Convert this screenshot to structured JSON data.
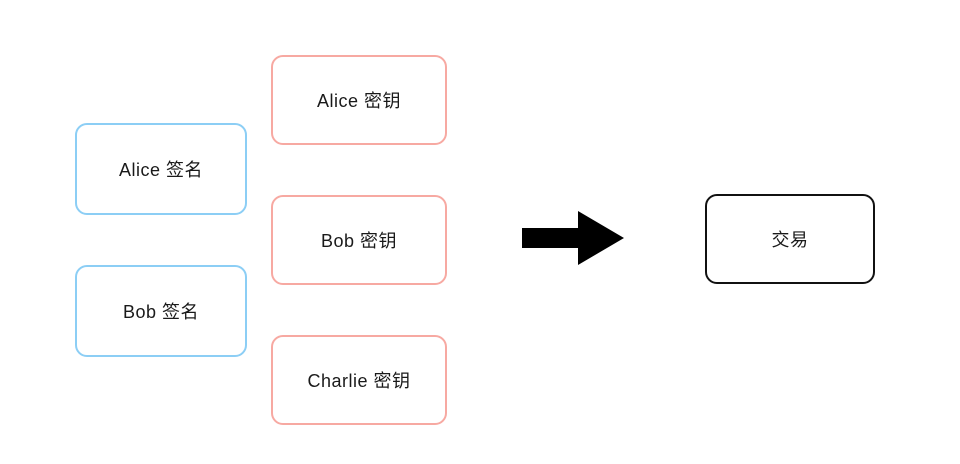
{
  "diagram": {
    "title": "multisig-transaction-diagram",
    "signatures": [
      {
        "label": "Alice 签名"
      },
      {
        "label": "Bob 签名"
      }
    ],
    "keys": [
      {
        "label": "Alice 密钥"
      },
      {
        "label": "Bob 密钥"
      },
      {
        "label": "Charlie 密钥"
      }
    ],
    "result": {
      "label": "交易"
    },
    "colors": {
      "signature_border": "#8ccef5",
      "key_border": "#f7a9a2",
      "result_border": "#111111",
      "arrow": "#000000"
    }
  }
}
